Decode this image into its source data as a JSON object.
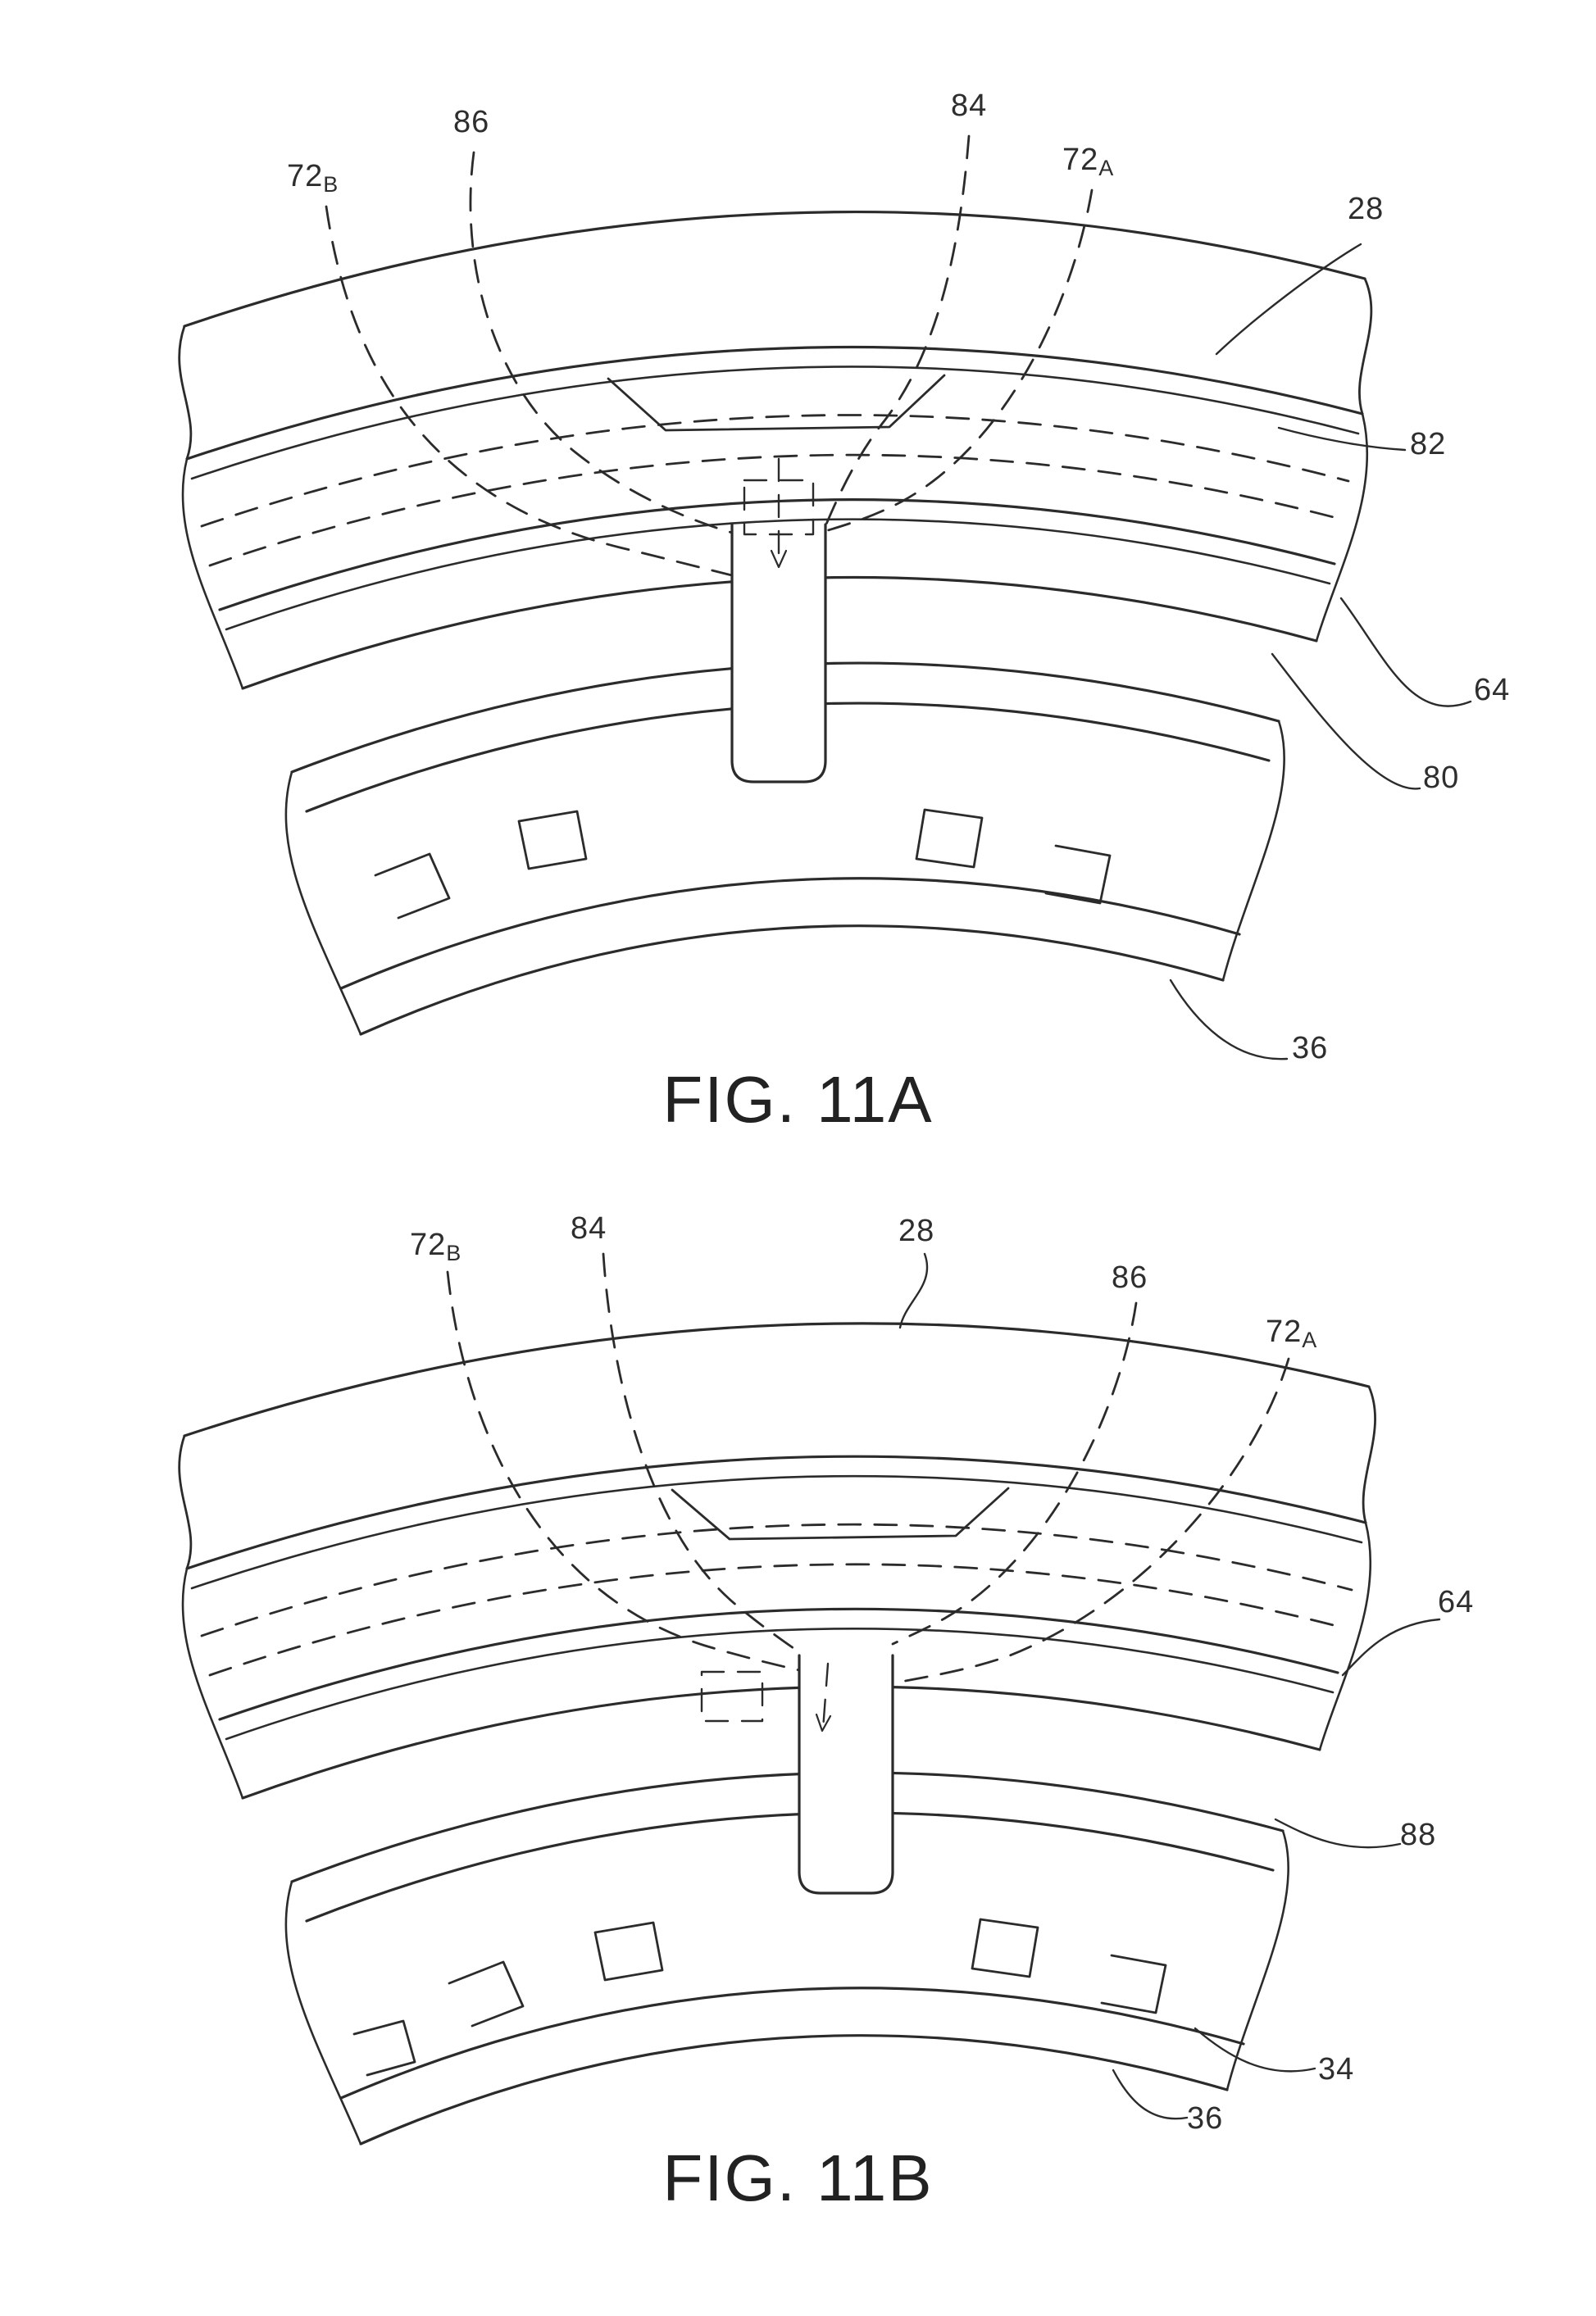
{
  "figures": [
    {
      "caption": "FIG. 11A",
      "labels": [
        {
          "main": "72",
          "sub": "B"
        },
        {
          "main": "86",
          "sub": ""
        },
        {
          "main": "84",
          "sub": ""
        },
        {
          "main": "72",
          "sub": "A"
        },
        {
          "main": "28",
          "sub": ""
        },
        {
          "main": "82",
          "sub": ""
        },
        {
          "main": "64",
          "sub": ""
        },
        {
          "main": "80",
          "sub": ""
        },
        {
          "main": "36",
          "sub": ""
        }
      ]
    },
    {
      "caption": "FIG. 11B",
      "labels": [
        {
          "main": "72",
          "sub": "B"
        },
        {
          "main": "84",
          "sub": ""
        },
        {
          "main": "28",
          "sub": ""
        },
        {
          "main": "86",
          "sub": ""
        },
        {
          "main": "72",
          "sub": "A"
        },
        {
          "main": "64",
          "sub": ""
        },
        {
          "main": "88",
          "sub": ""
        },
        {
          "main": "34",
          "sub": ""
        },
        {
          "main": "36",
          "sub": ""
        }
      ]
    }
  ]
}
